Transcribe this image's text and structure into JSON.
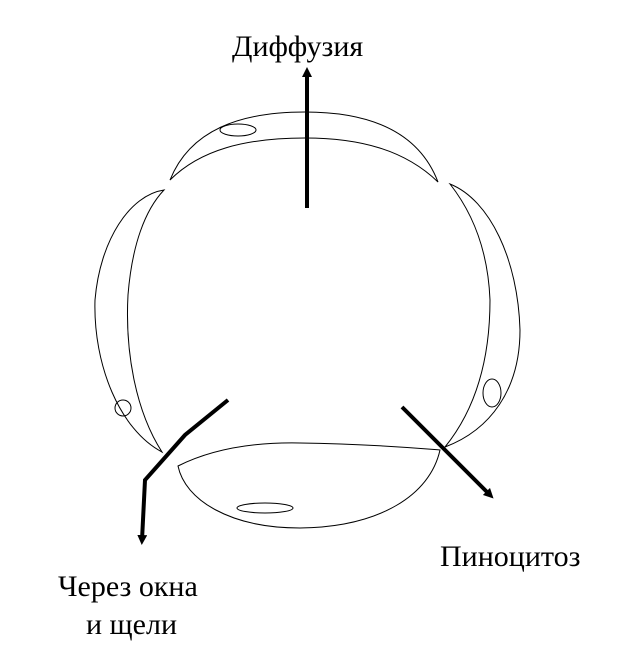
{
  "labels": {
    "diffusion": "Диффузия",
    "pinocytosis": "Пиноцитоз",
    "windows_line1": "Через окна",
    "windows_line2": "и щели"
  },
  "colors": {
    "stroke": "#000000",
    "background": "#ffffff"
  }
}
